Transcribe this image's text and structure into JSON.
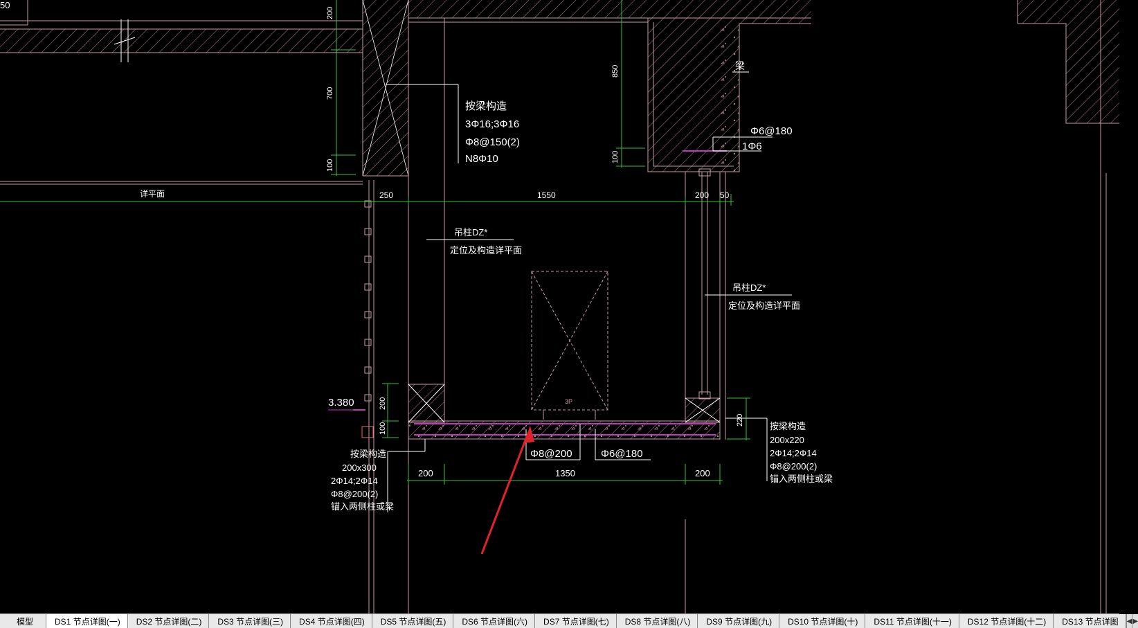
{
  "colors": {
    "background": "#000000",
    "outline": "#c79da3",
    "dimension": "#35c435",
    "text": "#ffffff",
    "rebar_magenta": "#c03ac0",
    "annotation_arrow": "#e0232b"
  },
  "drawing": {
    "top_dims": {
      "d200": "200",
      "d700": "700",
      "d100a": "100",
      "d850": "850",
      "d100b": "100",
      "d50": "50"
    },
    "beam_label": "梁",
    "rebar_top_right_a": "Φ6@180",
    "rebar_top_right_b": "1Φ6",
    "beam_note_top": [
      "按梁构造",
      "3Φ16;3Φ16",
      "Φ8@150(2)",
      "N8Φ10"
    ],
    "plan_label": "详平面",
    "dim_row1": {
      "a": "250",
      "b": "1550",
      "c": "200",
      "d": "50"
    },
    "hang_col_left": [
      "吊柱DZ*",
      "定位及构造详平面"
    ],
    "hang_col_right": [
      "吊柱DZ*",
      "定位及构造详平面"
    ],
    "equipment_label": "3P",
    "elevation": "3.380",
    "left_dims": {
      "d200": "200",
      "d100": "100"
    },
    "slab_rebar_a": "Φ8@200",
    "slab_rebar_b": "Φ6@180",
    "dim_row2": {
      "a": "200",
      "b": "1350",
      "c": "200"
    },
    "right_dim": "220",
    "left_beam_note": [
      "按梁构造",
      "200x300",
      "2Φ14;2Φ14",
      "Φ8@200(2)",
      "锚入两侧柱或梁"
    ],
    "right_beam_note": [
      "按梁构造",
      "200x220",
      "2Φ14;2Φ14",
      "Φ8@200(2)",
      "锚入两侧柱或梁"
    ]
  },
  "tabs": [
    {
      "label": "模型",
      "active": false
    },
    {
      "label": "DS1 节点详图(一)",
      "active": true
    },
    {
      "label": "DS2 节点详图(二)",
      "active": false
    },
    {
      "label": "DS3 节点详图(三)",
      "active": false
    },
    {
      "label": "DS4 节点详图(四)",
      "active": false
    },
    {
      "label": "DS5 节点详图(五)",
      "active": false
    },
    {
      "label": "DS6 节点详图(六)",
      "active": false
    },
    {
      "label": "DS7 节点详图(七)",
      "active": false
    },
    {
      "label": "DS8 节点详图(八)",
      "active": false
    },
    {
      "label": "DS9 节点详图(九)",
      "active": false
    },
    {
      "label": "DS10 节点详图(十)",
      "active": false
    },
    {
      "label": "DS11 节点详图(十一)",
      "active": false
    },
    {
      "label": "DS12 节点详图(十二)",
      "active": false
    },
    {
      "label": "DS13 节点详图",
      "active": false
    }
  ],
  "nav": {
    "prev_icon": "chevron-left-icon",
    "next_icon": "chevron-right-icon"
  }
}
